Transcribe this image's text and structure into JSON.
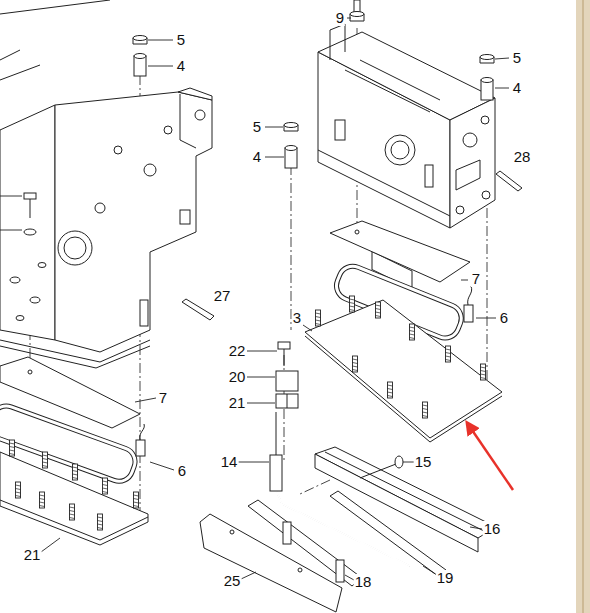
{
  "diagram": {
    "labels": [
      "5",
      "4",
      "9",
      "5",
      "4",
      "5",
      "4",
      "28",
      "27",
      "7",
      "3",
      "6",
      "22",
      "20",
      "21",
      "7",
      "6",
      "14",
      "15",
      "16",
      "19",
      "18",
      "25",
      "21"
    ]
  }
}
